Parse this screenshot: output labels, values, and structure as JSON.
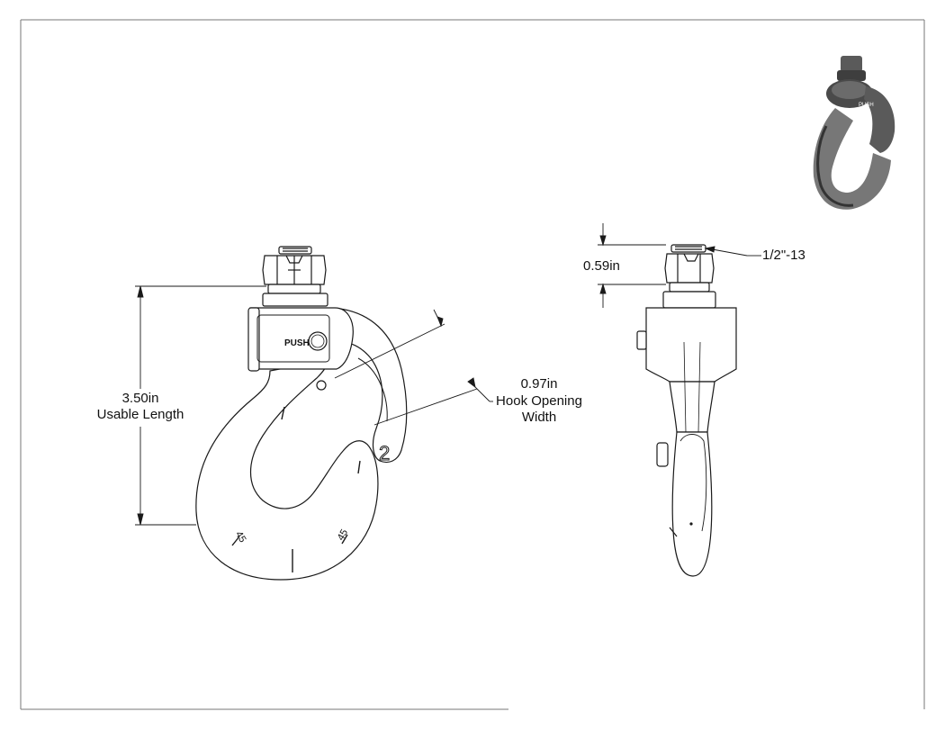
{
  "dimensions": {
    "usable_length": {
      "value": "3.50in",
      "label": "Usable Length"
    },
    "hook_opening": {
      "value": "0.97in",
      "label_line1": "Hook Opening",
      "label_line2": "Width"
    },
    "nut_height": {
      "value": "0.59in"
    },
    "thread": {
      "value": "1/2\"-13"
    }
  },
  "hook": {
    "push_label": "PUSH",
    "latch_number": "2",
    "wear_mark_left": "45",
    "wear_mark_right": "45"
  },
  "colors": {
    "line": "#1a1a1a",
    "iso_dark": "#4a4a4a",
    "iso_mid": "#8a8a8a"
  }
}
